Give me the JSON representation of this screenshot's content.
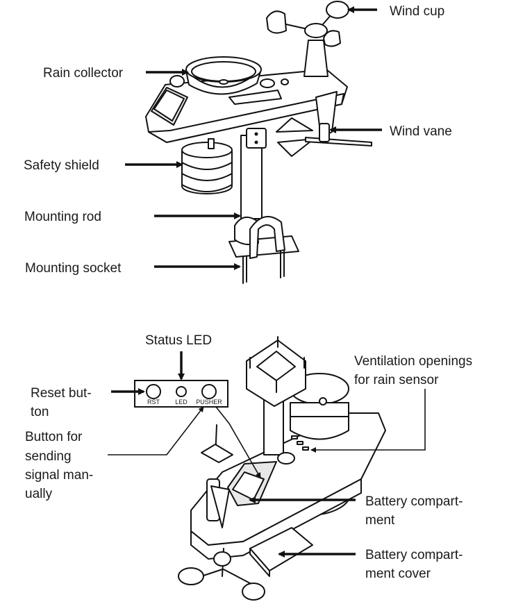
{
  "top_labels": {
    "wind_cup": "Wind cup",
    "rain_collector": "Rain collector",
    "wind_vane": "Wind vane",
    "safety_shield": "Safety shield",
    "mounting_rod": "Mounting rod",
    "mounting_socket": "Mounting socket"
  },
  "bottom_labels": {
    "status_led": "Status LED",
    "reset_button_1": "Reset but-",
    "reset_button_2": "ton",
    "ventilation_1": "Ventilation openings",
    "ventilation_2": "for rain sensor",
    "send_button_1": "Button for",
    "send_button_2": "sending",
    "send_button_3": "signal man-",
    "send_button_4": "ually",
    "battery_compartment_1": "Battery compart-",
    "battery_compartment_2": "ment",
    "battery_cover_1": "Battery compart-",
    "battery_cover_2": "ment cover"
  },
  "button_panel": {
    "rst": "RST",
    "led": "LED",
    "pusher": "PUSHER"
  }
}
